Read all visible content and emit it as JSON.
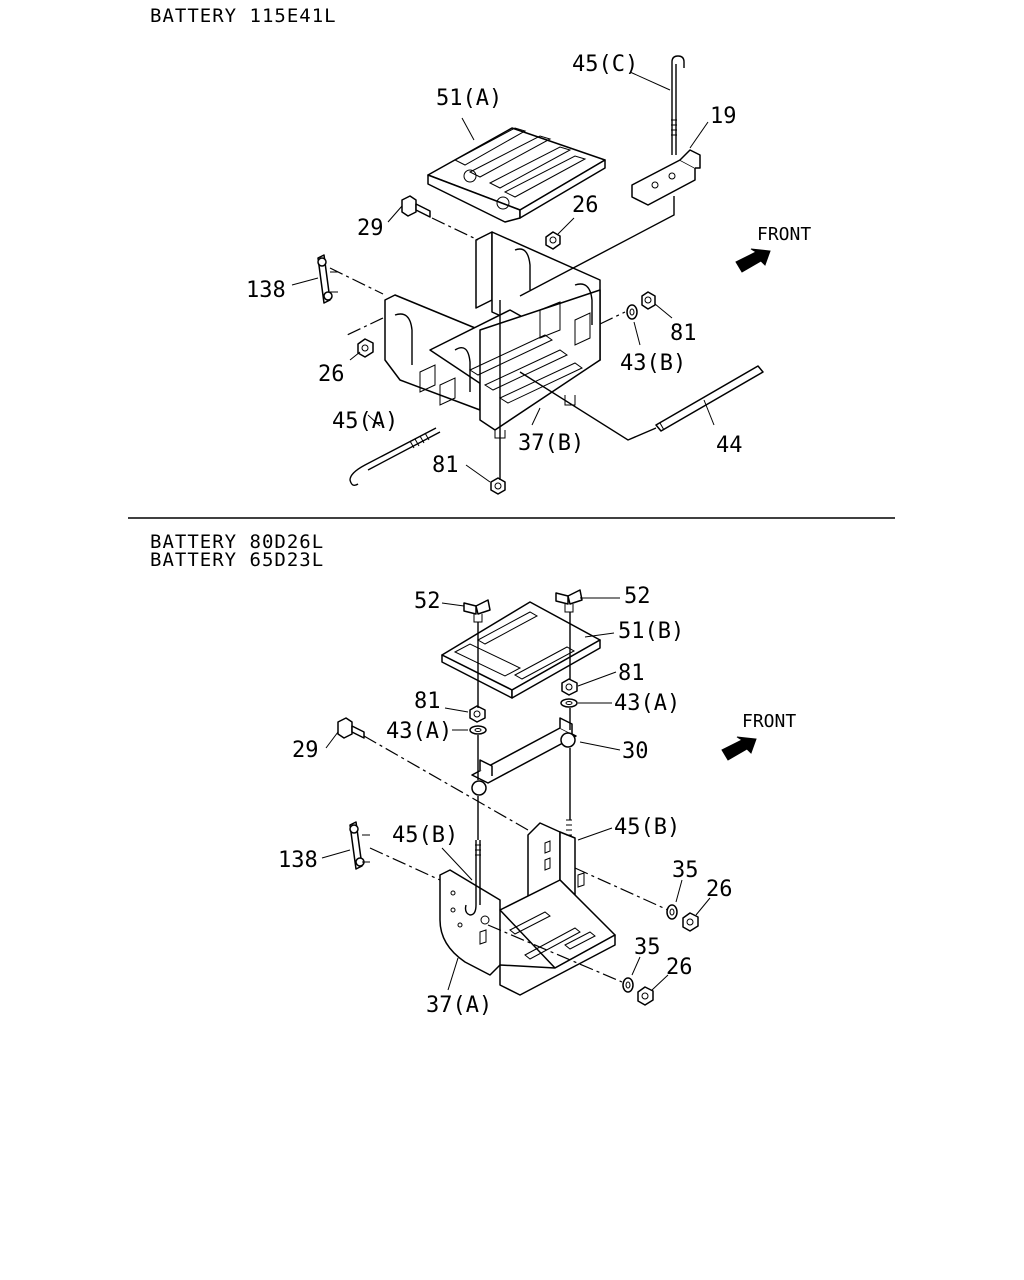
{
  "sections": [
    {
      "headers": [
        "BATTERY 115E41L"
      ],
      "front_label": "FRONT",
      "callouts": {
        "c45c": "45(C)",
        "c51a": "51(A)",
        "c19": "19",
        "c26a": "26",
        "c29": "29",
        "c138": "138",
        "c81a": "81",
        "c43b": "43(B)",
        "c26b": "26",
        "c45a": "45(A)",
        "c37b": "37(B)",
        "c44": "44",
        "c81b": "81"
      }
    },
    {
      "headers": [
        "BATTERY 80D26L",
        "BATTERY 65D23L"
      ],
      "front_label": "FRONT",
      "callouts": {
        "c52a": "52",
        "c52b": "52",
        "c51b": "51(B)",
        "c81a": "81",
        "c81b": "81",
        "c43a1": "43(A)",
        "c43a2": "43(A)",
        "c29": "29",
        "c30": "30",
        "c45b1": "45(B)",
        "c45b2": "45(B)",
        "c138": "138",
        "c35a": "35",
        "c26a": "26",
        "c35b": "35",
        "c26b": "26",
        "c37a": "37(A)"
      }
    }
  ]
}
